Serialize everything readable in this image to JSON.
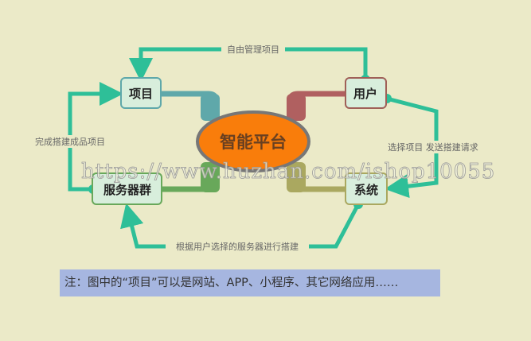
{
  "center": {
    "label": "智能平台"
  },
  "nodes": {
    "project": "项目",
    "user": "用户",
    "servers": "服务器群",
    "system": "系统"
  },
  "edges": {
    "user_to_project": "自由管理项目",
    "servers_to_project": "完成搭建成品项目",
    "user_to_system": "选择项目 发送搭建请求",
    "system_to_servers": "根据用户选择的服务器进行搭建"
  },
  "watermark": "https://www.huzhan.com/ishop10055",
  "note": "注：图中的“项目”可以是网站、APP、小程序、其它网络应用……",
  "colors": {
    "background": "#ebeac8",
    "arrow": "#2ebf98",
    "center_fill": "#f97d0b",
    "note_bg": "#a6b6e0"
  }
}
